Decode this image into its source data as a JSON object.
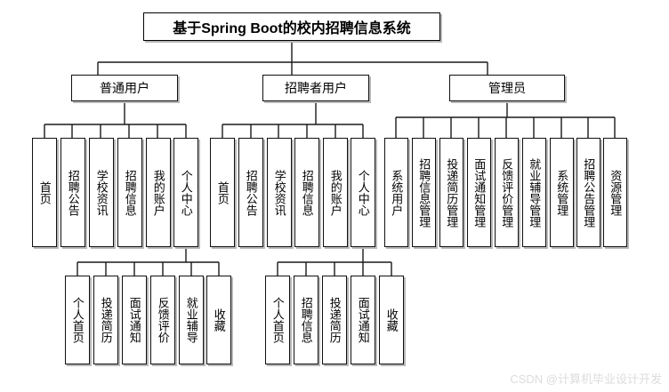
{
  "diagram": {
    "type": "tree-hierarchy",
    "title": "基于Spring Boot的校内招聘信息系统",
    "watermark": "CSDN @计算机毕业设计开发",
    "level2": [
      {
        "label": "普通用户"
      },
      {
        "label": "招聘者用户"
      },
      {
        "label": "管理员"
      }
    ],
    "user_children": [
      {
        "label": "首页"
      },
      {
        "label": "招聘公告"
      },
      {
        "label": "学校资讯"
      },
      {
        "label": "招聘信息"
      },
      {
        "label": "我的账户"
      },
      {
        "label": "个人中心"
      }
    ],
    "recruiter_children": [
      {
        "label": "首页"
      },
      {
        "label": "招聘公告"
      },
      {
        "label": "学校资讯"
      },
      {
        "label": "招聘信息"
      },
      {
        "label": "我的账户"
      },
      {
        "label": "个人中心"
      }
    ],
    "admin_children": [
      {
        "label": "系统用户"
      },
      {
        "label": "招聘信息管理"
      },
      {
        "label": "投递简历管理"
      },
      {
        "label": "面试通知管理"
      },
      {
        "label": "反馈评价管理"
      },
      {
        "label": "就业辅导管理"
      },
      {
        "label": "系统管理"
      },
      {
        "label": "招聘公告管理"
      },
      {
        "label": "资源管理"
      }
    ],
    "user_center_children": [
      {
        "label": "个人首页"
      },
      {
        "label": "投递简历"
      },
      {
        "label": "面试通知"
      },
      {
        "label": "反馈评价"
      },
      {
        "label": "就业辅导"
      },
      {
        "label": "收藏"
      }
    ],
    "recruiter_center_children": [
      {
        "label": "个人首页"
      },
      {
        "label": "招聘信息"
      },
      {
        "label": "投递简历"
      },
      {
        "label": "面试通知"
      },
      {
        "label": "收藏"
      }
    ],
    "colors": {
      "box_border": "#101010",
      "box_shadow": "#b9b9b9",
      "line": "#1a1a1a",
      "background": "#ffffff",
      "watermark": "#dcdcdc"
    }
  }
}
